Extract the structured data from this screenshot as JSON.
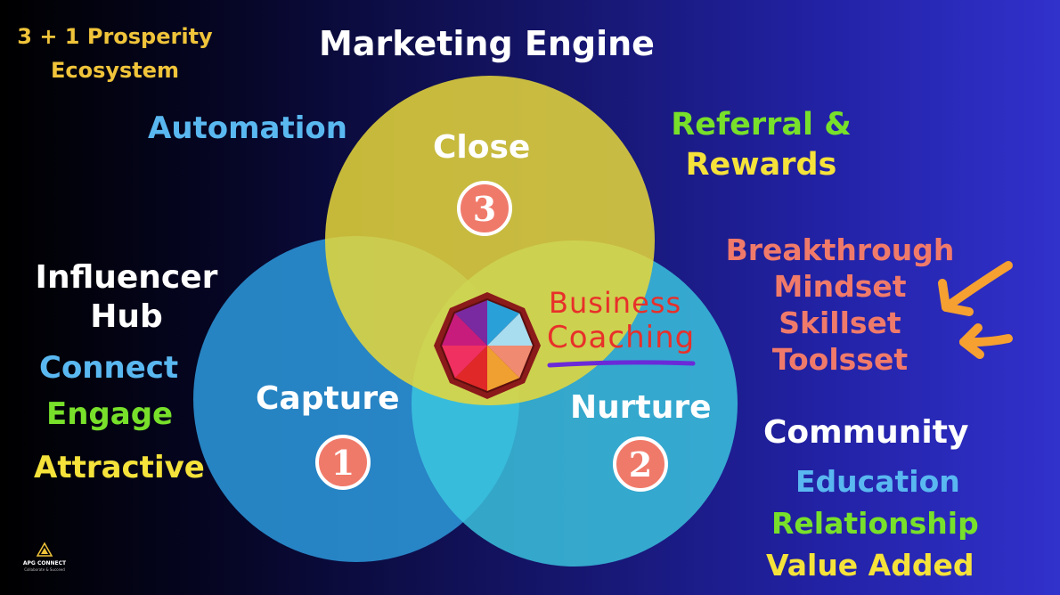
{
  "title": {
    "corner_line1": "3 + 1 Prosperity",
    "corner_line2": "Ecosystem",
    "main": "Marketing Engine"
  },
  "left": {
    "automation": "Automation",
    "hub_line1": "Influencer",
    "hub_line2": "Hub",
    "connect": "Connect",
    "engage": "Engage",
    "attractive": "Attractive"
  },
  "right": {
    "referral_line1": "Referral &",
    "referral_line2": "Rewards",
    "breakthrough": "Breakthrough",
    "mindset": "Mindset",
    "skillset": "Skillset",
    "toolsset": "Toolsset",
    "community": "Community",
    "education": "Education",
    "relationship": "Relationship",
    "value_added": "Value Added"
  },
  "venn": {
    "close": {
      "label": "Close",
      "number": "3"
    },
    "capture": {
      "label": "Capture",
      "number": "1"
    },
    "nurture": {
      "label": "Nurture",
      "number": "2"
    },
    "center_line1": "Business",
    "center_line2": "Coaching"
  },
  "logo": {
    "name": "APG CONNECT",
    "tagline": "Collaborate & Succeed"
  },
  "colors": {
    "yellow_text": "#f5e23a",
    "gold_text": "#f0c43a",
    "blue_text": "#5ab8f0",
    "green_text": "#78e02a",
    "salmon_text": "#f07a6a",
    "orange_arrow": "#f5a030",
    "circle_capture": "#2a8fd0",
    "circle_nurture": "#3cc8e0",
    "circle_close": "#e8d83a"
  }
}
